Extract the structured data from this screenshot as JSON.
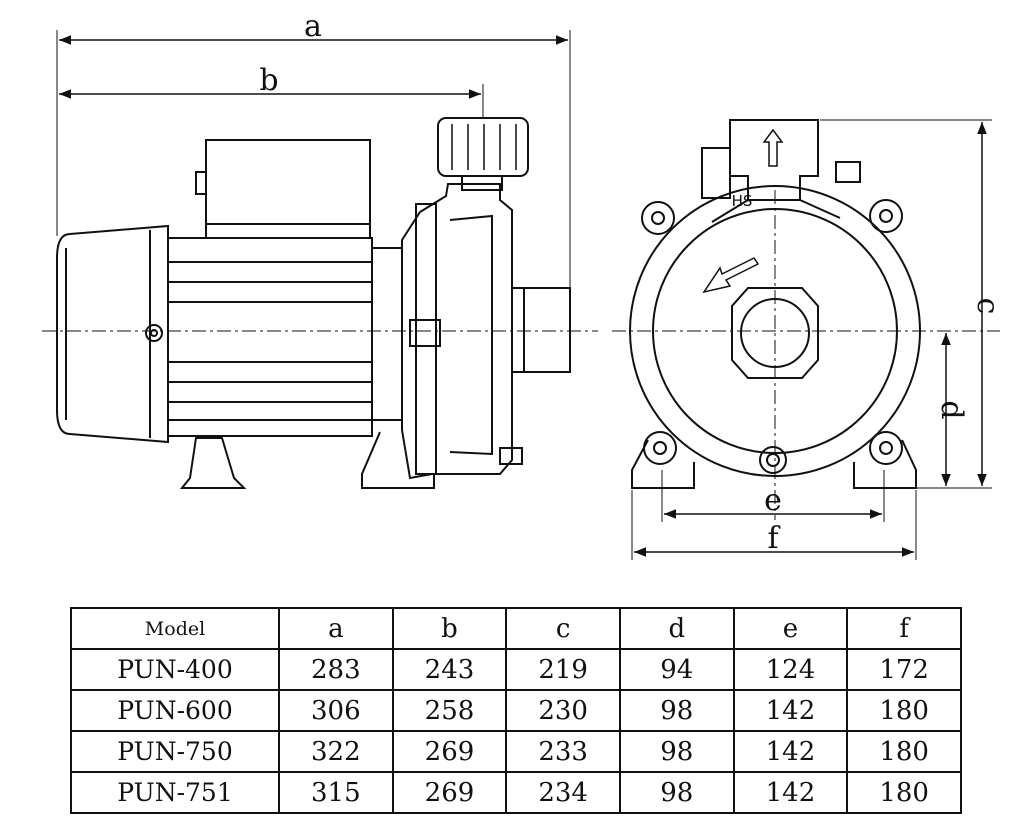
{
  "dimension_labels": {
    "a": "a",
    "b": "b",
    "c": "c",
    "d": "d",
    "e": "e",
    "f": "f"
  },
  "pump_marking": "HS",
  "table": {
    "headers": [
      "Model",
      "a",
      "b",
      "c",
      "d",
      "e",
      "f"
    ],
    "rows": [
      [
        "PUN-400",
        "283",
        "243",
        "219",
        "94",
        "124",
        "172"
      ],
      [
        "PUN-600",
        "306",
        "258",
        "230",
        "98",
        "142",
        "180"
      ],
      [
        "PUN-750",
        "322",
        "269",
        "233",
        "98",
        "142",
        "180"
      ],
      [
        "PUN-751",
        "315",
        "269",
        "234",
        "98",
        "142",
        "180"
      ]
    ]
  }
}
